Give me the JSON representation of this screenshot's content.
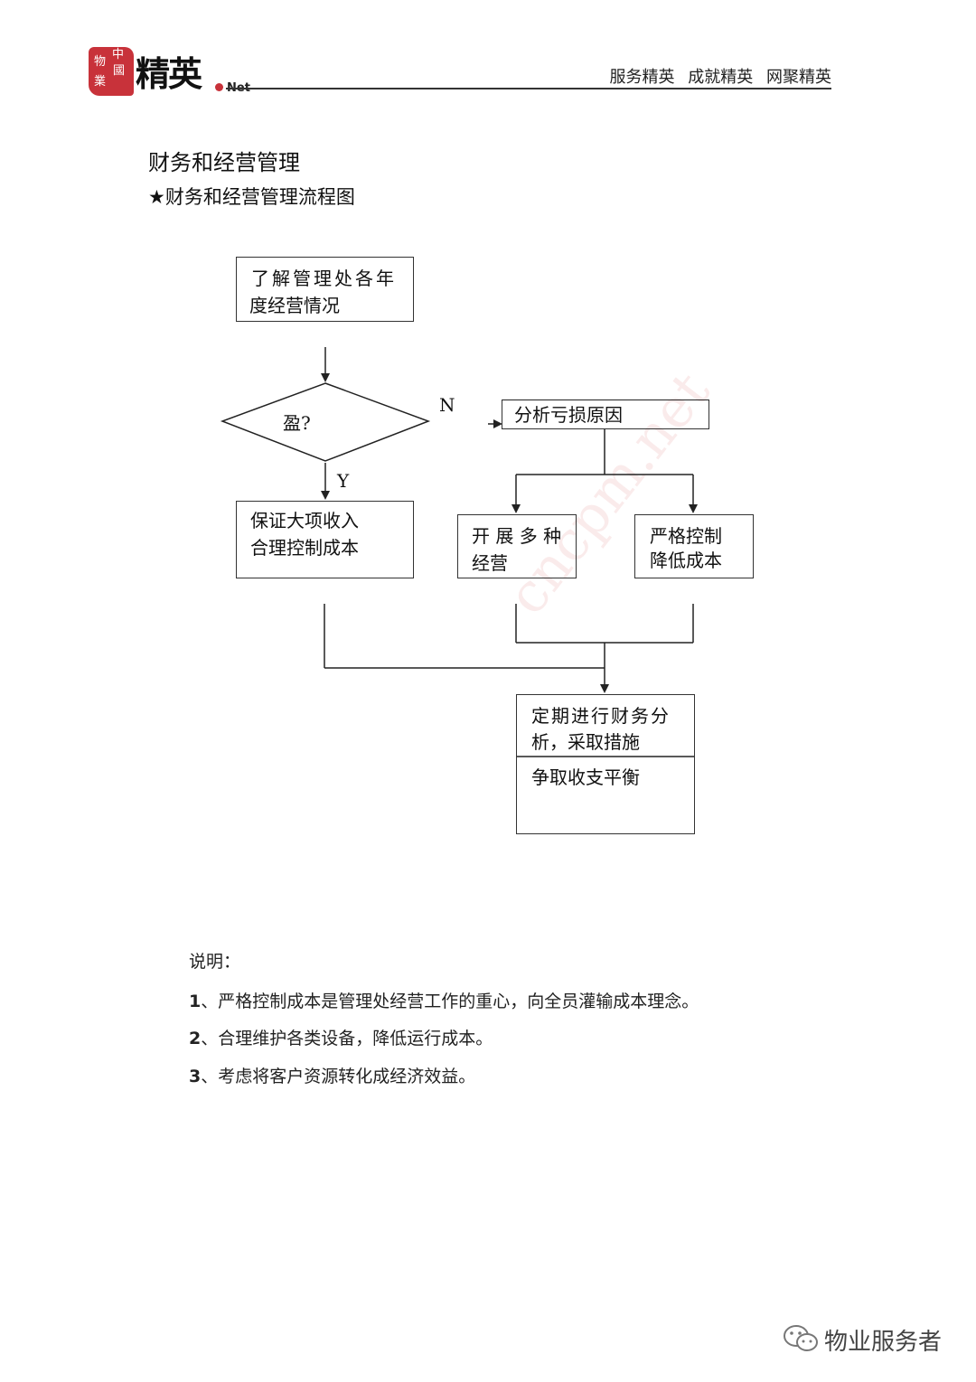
{
  "header": {
    "logo_seal_chars": [
      "中",
      "國",
      "物",
      "業"
    ],
    "logo_word": "精英",
    "logo_net": "Net",
    "slogans": [
      "服务精英",
      "成就精英",
      "网聚精英"
    ]
  },
  "doc": {
    "title": "财务和经营管理",
    "subtitle": "★财务和经营管理流程图"
  },
  "flowchart": {
    "start_line1": "了解管理处各年",
    "start_line2": "度经营情况",
    "decision": "盈?",
    "label_no": "N",
    "label_yes": "Y",
    "analyze": "分析亏损原因",
    "ensure_line1": "保证大项收入",
    "ensure_line2": "合理控制成本",
    "diversify_line1": "开 展 多 种",
    "diversify_line2": "经营",
    "control_line1": "严格控制",
    "control_line2": "降低成本",
    "final_line1": "定期进行财务分",
    "final_line2": "析，采取措施",
    "final_line3": "争取收支平衡"
  },
  "notes": {
    "heading": "说明：",
    "items": [
      {
        "num": "1",
        "text": "、严格控制成本是管理处经营工作的重心，向全员灌输成本理念。"
      },
      {
        "num": "2",
        "text": "、合理维护各类设备，降低运行成本。"
      },
      {
        "num": "3",
        "text": "、考虑将客户资源转化成经济效益。"
      }
    ]
  },
  "watermark": "cncpm.net",
  "footer": {
    "brand": "物业服务者",
    "icon": "wechat-icon"
  },
  "colors": {
    "seal_red": "#c8323a",
    "line": "#333333"
  }
}
